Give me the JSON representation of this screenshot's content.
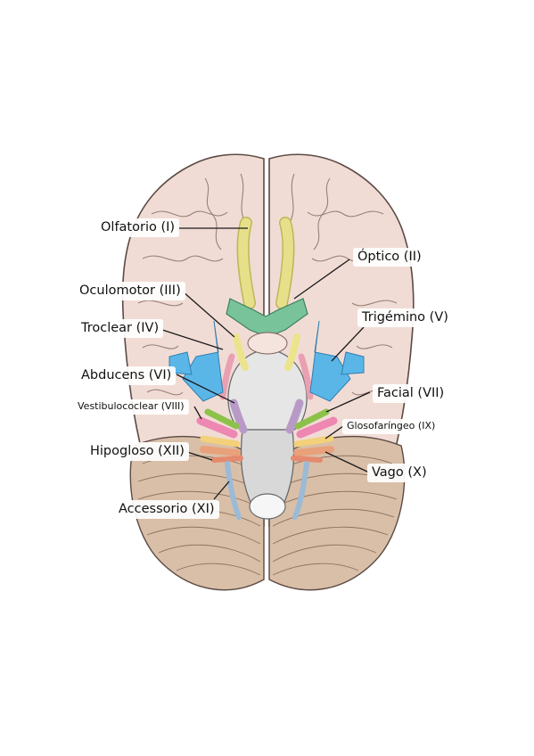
{
  "labels": {
    "olfatorio": "Olfatorio (I)",
    "optico": "Óptico (II)",
    "oculomotor": "Oculomotor (III)",
    "troclear": "Troclear (IV)",
    "trigemino": "Trigémino (V)",
    "abducens": "Abducens (VI)",
    "facial": "Facial (VII)",
    "vestibulococlear": "Vestibulococlear (VIII)",
    "glosofaringeo": "Glosofaríngeo (IX)",
    "vago": "Vago (X)",
    "accessorio": "Accessorio (XI)",
    "hipogloso": "Hipogloso (XII)"
  },
  "colors": {
    "brain": "#f1dcd5",
    "brain_outline": "#5b4a44",
    "cerebellum": "#d9bfa8",
    "brainstem": "#dedede",
    "olfactory": "#e6e08a",
    "optic": "#79c39a",
    "oculomotor": "#ece48c",
    "trochlear": "#e9a0b3",
    "trigeminal": "#5bb6e8",
    "abducens": "#b99ac6",
    "facial": "#8cc24a",
    "vestibulocochlear": "#ee87b2",
    "glossopharyngeal": "#f3d07a",
    "vagus": "#e8a17a",
    "accessory": "#9bbad6",
    "hypoglossal": "#e58a6e"
  }
}
